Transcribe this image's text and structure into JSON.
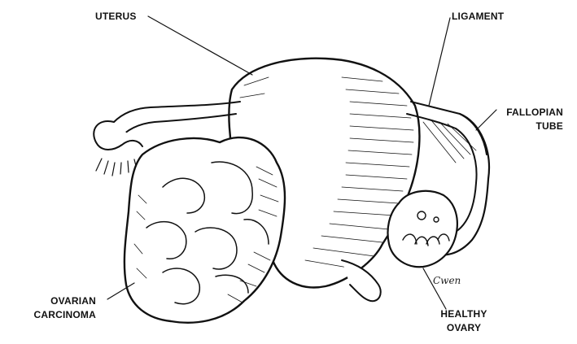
{
  "labels": {
    "uterus": "UTERUS",
    "ligament": "LIGAMENT",
    "fallopian_tube": [
      "FALLOPIAN",
      "TUBE"
    ],
    "ovarian_carcinoma": [
      "OVARIAN",
      "CARCINOMA"
    ],
    "healthy_ovary": [
      "HEALTHY",
      "OVARY"
    ]
  },
  "signature": "Cwen",
  "colors": {
    "ink": "#111111",
    "background": "#ffffff"
  }
}
